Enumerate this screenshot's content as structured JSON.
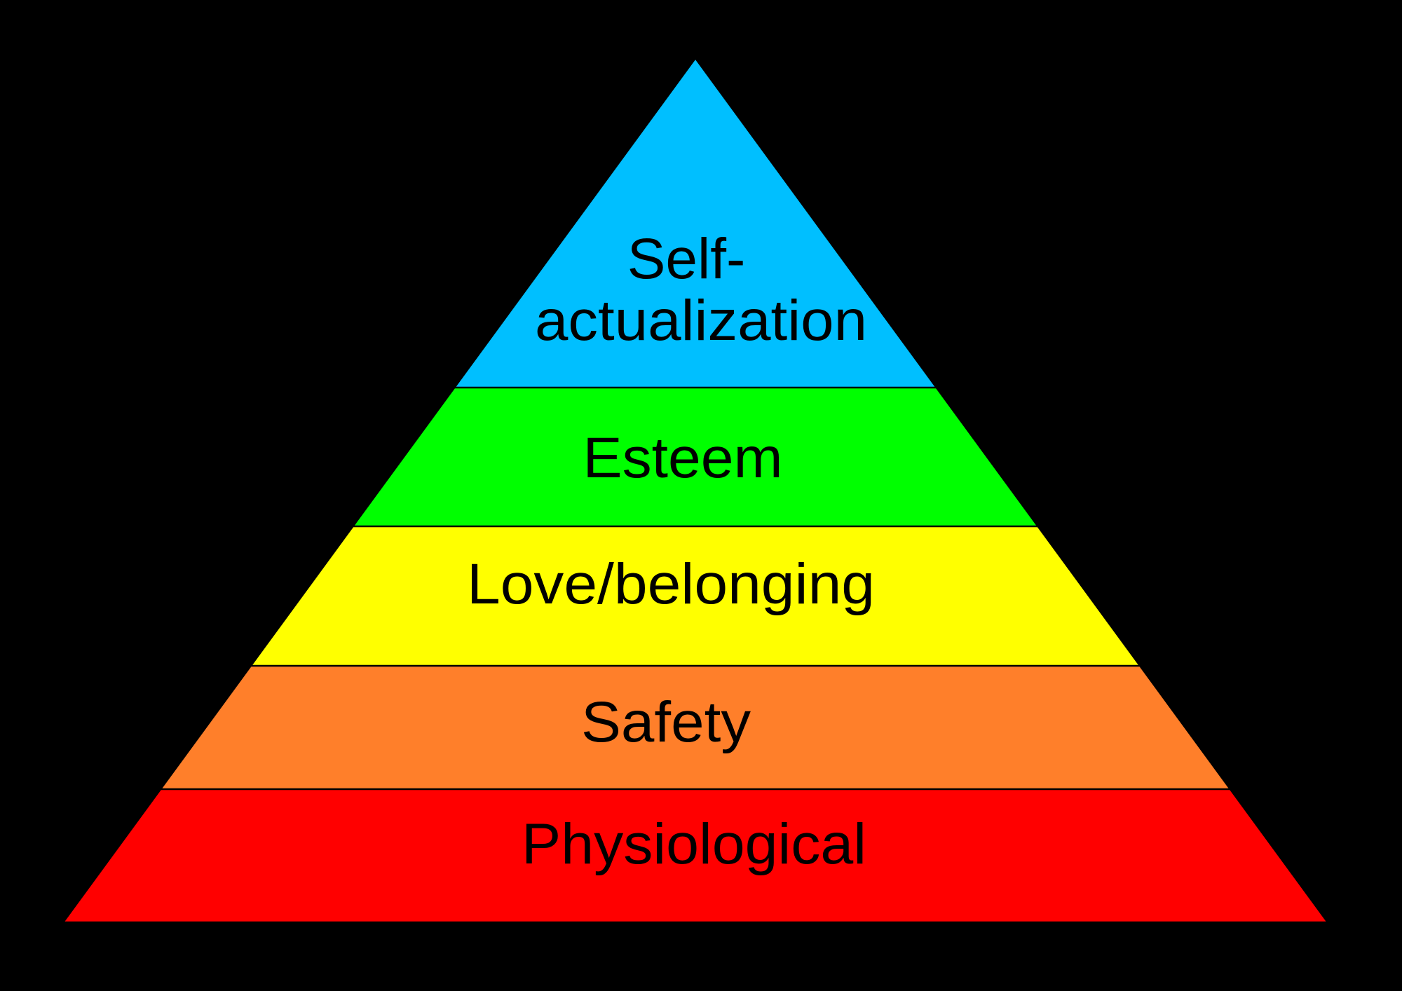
{
  "background_color": "#000000",
  "text_color": "#000000",
  "separator_color": "#000000",
  "pyramid": {
    "kind": "hierarchy-of-needs",
    "levels": [
      {
        "rank": 1,
        "label": "Self-actualization",
        "lines": [
          "Self-",
          "actualization"
        ],
        "color": "#00BFFF"
      },
      {
        "rank": 2,
        "label": "Esteem",
        "lines": [
          "Esteem"
        ],
        "color": "#00FF00"
      },
      {
        "rank": 3,
        "label": "Love/belonging",
        "lines": [
          "Love/belonging"
        ],
        "color": "#FFFF00"
      },
      {
        "rank": 4,
        "label": "Safety",
        "lines": [
          "Safety"
        ],
        "color": "#FF7F2A"
      },
      {
        "rank": 5,
        "label": "Physiological",
        "lines": [
          "Physiological"
        ],
        "color": "#FF0000"
      }
    ]
  }
}
